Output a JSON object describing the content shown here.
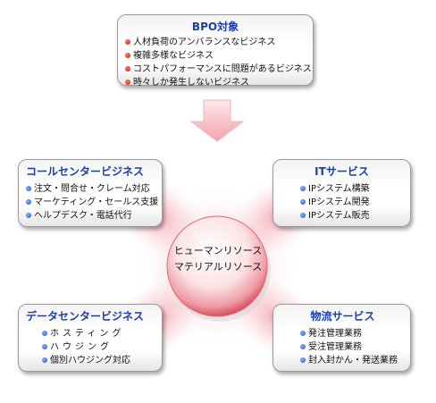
{
  "top": {
    "title": "BPO対象",
    "items": [
      "人材負荷のアンバランスなビジネス",
      "複雑多様なビジネス",
      "コストパフォーマンスに問題があるビジネス",
      "時々しか発生しないビジネス"
    ]
  },
  "center": {
    "line1": "ヒューマンリソース",
    "line2": "マテリアルリソース"
  },
  "call_center": {
    "title": "コールセンタービジネス",
    "items": [
      "注文・問合せ・クレーム対応",
      "マーケティング・セールス支援",
      "ヘルプデスク・電話代行"
    ]
  },
  "it": {
    "title": "ITサービス",
    "items": [
      "IPシステム構築",
      "IPシステム開発",
      "IPシステム販売"
    ]
  },
  "data_center": {
    "title": "データセンタービジネス",
    "items": [
      "ホスティング",
      "ハウジング",
      "個別ハウジング対応"
    ]
  },
  "logistics": {
    "title": "物流サービス",
    "items": [
      "発注管理業務",
      "受注管理業務",
      "封入封かん・発送業務"
    ]
  },
  "colors": {
    "title_blue": "#1a3fa8",
    "bullet_red": "#c8150a",
    "bullet_blue": "#1f57c6",
    "glow_pink": "#f4b8c0",
    "center_red": "#e05a6a"
  }
}
